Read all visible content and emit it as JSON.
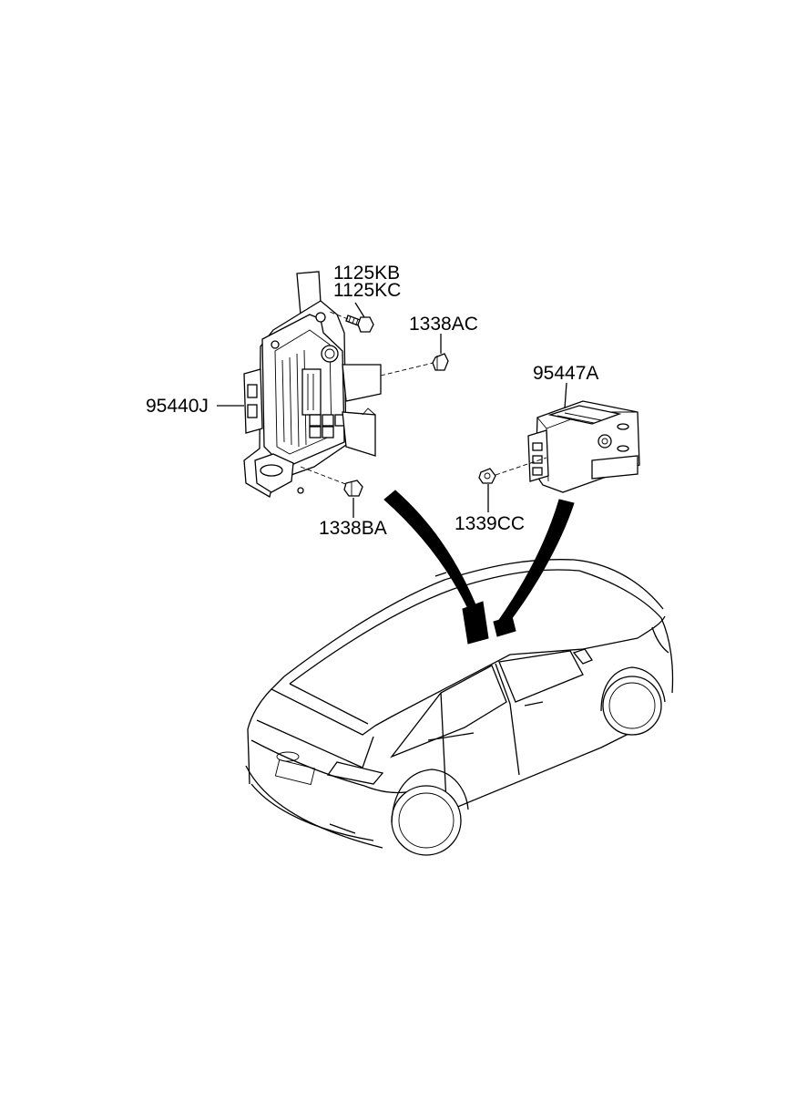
{
  "labels": {
    "bolt_kb": "1125KB",
    "bolt_kc": "1125KC",
    "nut_ac": "1338AC",
    "module_main": "95440J",
    "nut_ba": "1338BA",
    "module_aux": "95447A",
    "nut_cc": "1339CC"
  }
}
